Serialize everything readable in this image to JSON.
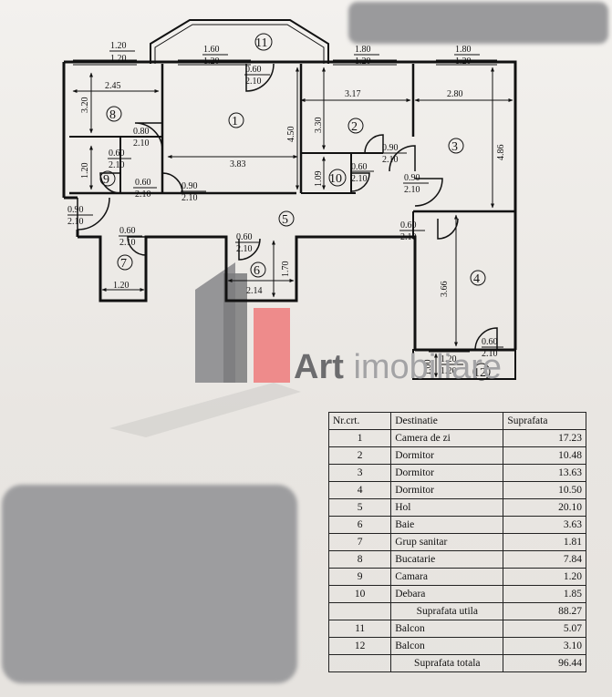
{
  "plan": {
    "room_numbers": [
      "1",
      "2",
      "3",
      "4",
      "5",
      "6",
      "7",
      "8",
      "9",
      "10",
      "11",
      "12"
    ],
    "dimensions": {
      "d_bal11_w_top": "1.20",
      "d_bal11_w_bot": "1.20",
      "d_bal11_h_top": "1.60",
      "d_bal11_h_bot": "1.20",
      "d_r2_win_top": "1.80",
      "d_r2_win_bot": "1.20",
      "d_r3_win_top": "1.80",
      "d_r3_win_bot": "1.20",
      "d_r1_door_top": "0.60",
      "d_r1_door_bot": "2.10",
      "d_r8_w": "2.45",
      "d_r8_h": "3.20",
      "d_r8_door_top": "0.80",
      "d_r8_door_bot": "2.10",
      "d_r9_h": "1.20",
      "d_r9_door_top": "0.60",
      "d_r9_door_bot": "2.10",
      "d_r9b_door_top": "0.60",
      "d_r9b_door_bot": "2.10",
      "d_r2_w": "3.17",
      "d_r2_h": "3.30",
      "d_r1_h": "4.50",
      "d_r1_w": "3.83",
      "d_r1_door2_top": "0.90",
      "d_r1_door2_bot": "2.10",
      "d_r2_door_top": "0.90",
      "d_r2_door_bot": "2.10",
      "d_r10_h": "1.09",
      "d_r10_door_top": "0.60",
      "d_r10_door_bot": "2.10",
      "d_r3_w": "2.80",
      "d_r3_h": "4.86",
      "d_r3_door_top": "0.90",
      "d_r3_door_bot": "2.10",
      "d_entry_top": "0.90",
      "d_entry_bot": "2.10",
      "d_r7_door_top": "0.60",
      "d_r7_door_bot": "2.10",
      "d_r6_door_top": "0.60",
      "d_r6_door_bot": "2.10",
      "d_r6_h": "1.70",
      "d_r6_w": "2.14",
      "d_r7_w": "1.20",
      "d_r4_door_top": "0.60",
      "d_r4_door_bot": "2.10",
      "d_r4_h": "3.66",
      "d_r12_door_top": "0.60",
      "d_r12_door_bot": "2.10",
      "d_r12_h": "1.00",
      "d_r12_win_top": "1.20",
      "d_r12_win_bot": "1.20"
    }
  },
  "logo": {
    "bold": "Art",
    "light": " imobiliare"
  },
  "table": {
    "headers": [
      "Nr.crt.",
      "Destinatie",
      "Suprafata"
    ],
    "rows": [
      {
        "nr": "1",
        "name": "Camera de zi",
        "area": "17.23"
      },
      {
        "nr": "2",
        "name": "Dormitor",
        "area": "10.48"
      },
      {
        "nr": "3",
        "name": "Dormitor",
        "area": "13.63"
      },
      {
        "nr": "4",
        "name": "Dormitor",
        "area": "10.50"
      },
      {
        "nr": "5",
        "name": "Hol",
        "area": "20.10"
      },
      {
        "nr": "6",
        "name": "Baie",
        "area": "3.63"
      },
      {
        "nr": "7",
        "name": "Grup sanitar",
        "area": "1.81"
      },
      {
        "nr": "8",
        "name": "Bucatarie",
        "area": "7.84"
      },
      {
        "nr": "9",
        "name": "Camara",
        "area": "1.20"
      },
      {
        "nr": "10",
        "name": "Debara",
        "area": "1.85"
      }
    ],
    "utila": {
      "label": "Suprafata utila",
      "area": "88.27"
    },
    "balcony_rows": [
      {
        "nr": "11",
        "name": "Balcon",
        "area": "5.07"
      },
      {
        "nr": "12",
        "name": "Balcon",
        "area": "3.10"
      }
    ],
    "total": {
      "label": "Suprafata totala",
      "area": "96.44"
    }
  },
  "colors": {
    "logo_gray": "#8c8c8e",
    "logo_red": "#ee8b8b",
    "ink": "#111111",
    "redaction": "#9a9a9c"
  }
}
